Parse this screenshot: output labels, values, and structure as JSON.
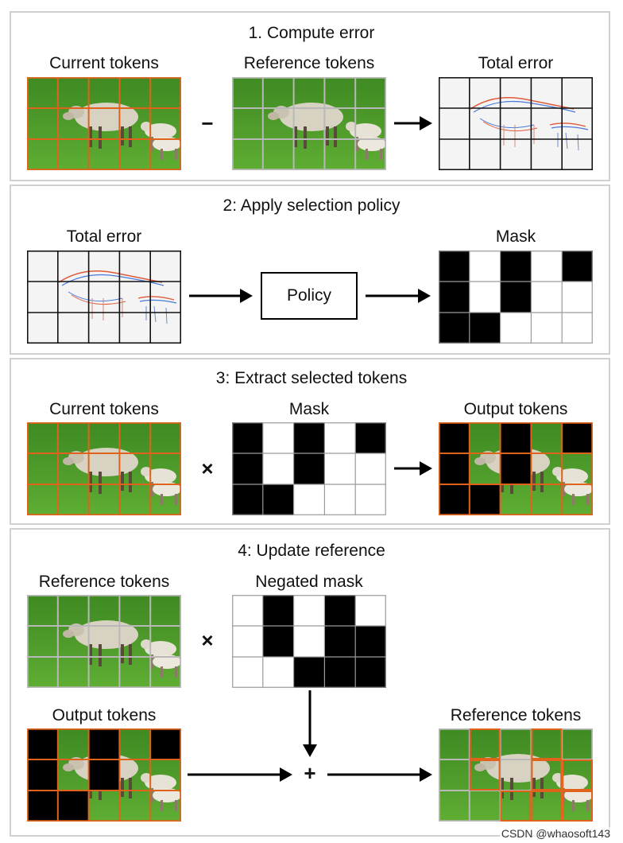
{
  "steps": [
    {
      "title": "1. Compute error"
    },
    {
      "title": "2: Apply selection policy"
    },
    {
      "title": "3: Extract selected tokens"
    },
    {
      "title": "4: Update reference"
    }
  ],
  "labels": {
    "current_tokens": "Current tokens",
    "reference_tokens": "Reference tokens",
    "total_error": "Total error",
    "mask": "Mask",
    "output_tokens": "Output tokens",
    "negated_mask": "Negated mask",
    "policy": "Policy"
  },
  "operators": {
    "minus": "−",
    "times": "×",
    "plus": "+"
  },
  "mask": [
    [
      1,
      0,
      1,
      0,
      1
    ],
    [
      1,
      0,
      1,
      0,
      0
    ],
    [
      1,
      1,
      0,
      0,
      0
    ]
  ],
  "negated_mask": [
    [
      0,
      1,
      0,
      1,
      0
    ],
    [
      0,
      1,
      0,
      1,
      1
    ],
    [
      0,
      0,
      1,
      1,
      1
    ]
  ],
  "colors": {
    "token_grid": "#e0631b",
    "ref_grid": "#b8b8b8",
    "grass": "#4e9a2b",
    "sheep": "#d8d2c2"
  },
  "watermark": "CSDN @whaosoft143"
}
